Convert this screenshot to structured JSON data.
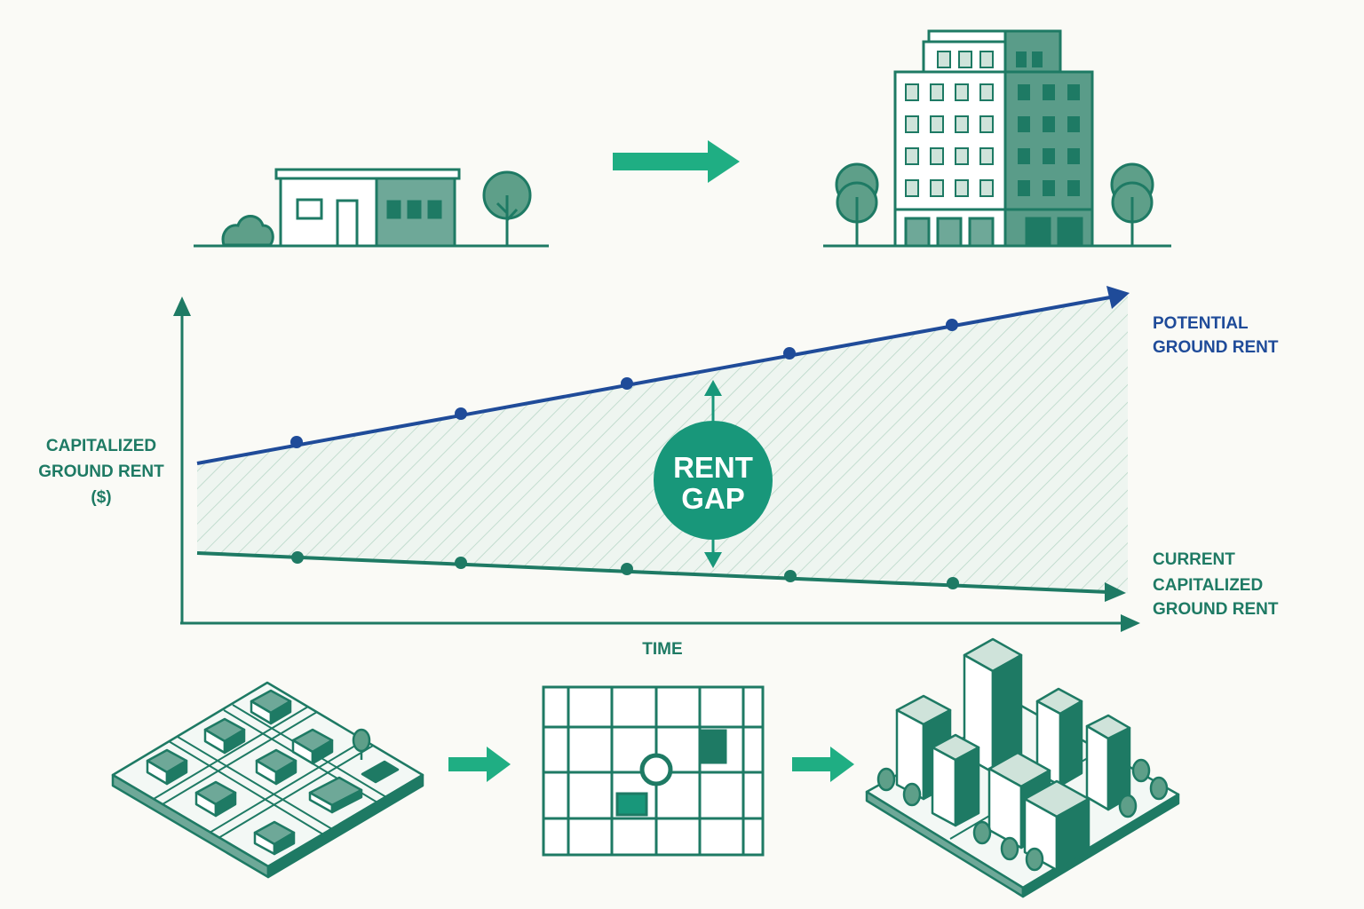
{
  "colors": {
    "background": "#fafaf6",
    "teal": "#1e7a64",
    "teal_dark": "#176451",
    "teal_light": "#cfe3da",
    "mint_arrow": "#1fae83",
    "navy": "#1f4b99",
    "badge": "#18977a",
    "hatch": "#b9d7c8"
  },
  "axes": {
    "y_label_lines": [
      "CAPITALIZED",
      "GROUND RENT",
      "($)"
    ],
    "x_label": "TIME"
  },
  "series_labels": {
    "potential": [
      "POTENTIAL",
      "GROUND RENT"
    ],
    "current": [
      "CURRENT",
      "CAPITALIZED",
      "GROUND RENT"
    ]
  },
  "badge": {
    "lines": [
      "RENT",
      "GAP"
    ]
  },
  "icons": {
    "top_left": "low-rise-building-icon",
    "top_arrow": "right-arrow-icon",
    "top_right": "high-rise-building-icon",
    "bottom_left": "isometric-neighborhood-icon",
    "bottom_middle": "city-grid-plan-icon",
    "bottom_right": "isometric-downtown-icon"
  }
}
